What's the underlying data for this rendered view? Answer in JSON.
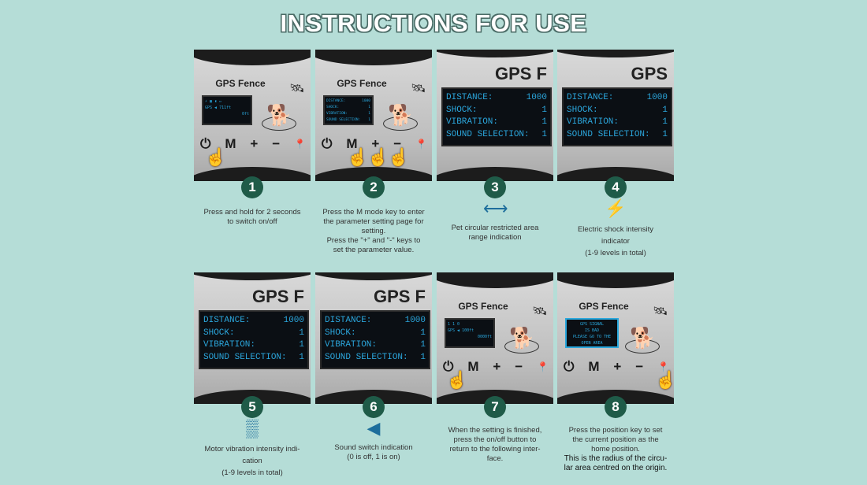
{
  "title": "INSTRUCTIONS FOR USE",
  "device": {
    "brand": "GPS Fence",
    "brand_cropped": "GPS F",
    "brand_cropped2": "GPS",
    "buttons": [
      "M",
      "+",
      "−"
    ]
  },
  "lcd": {
    "distance_label": "DISTANCE:",
    "distance_value": "1000",
    "unit": "Ft",
    "shock_label": "SHOCK:",
    "vibration_label": "VIBRATION:",
    "sound_label": "SOUND SELECTION:",
    "value": "1"
  },
  "home_screen_1": {
    "gps": "GPS",
    "dist": "711ft",
    "home": "0ft"
  },
  "home_screen_7": {
    "levels": "1 1 0",
    "gps": "GPS",
    "dist": "100ft",
    "home": "0000ft"
  },
  "gps_warning": [
    "GPS SIGNAL",
    "IS BAD",
    "PLEASE GO TO THE",
    "OPEN AREA"
  ],
  "steps": [
    {
      "n": "1",
      "lines": [
        "Press and hold for 2 seconds",
        "to switch on/off"
      ]
    },
    {
      "n": "2",
      "lines": [
        "Press the M mode key to enter",
        "the parameter setting page for",
        "setting.",
        "Press the \"+\" and \"-\" keys to",
        "set the parameter value."
      ]
    },
    {
      "n": "3",
      "lines": [
        "Pet circular restricted area",
        "range indication"
      ],
      "icon": "ruler-icon"
    },
    {
      "n": "4",
      "lines": [
        "Electric shock intensity",
        "indicator",
        "(1-9 levels in total)"
      ],
      "icon": "lightning-icon"
    },
    {
      "n": "5",
      "lines": [
        "Motor vibration intensity indi-",
        "cation",
        "(1-9 levels in total)"
      ],
      "icon": "vibration-icon"
    },
    {
      "n": "6",
      "lines": [
        "Sound switch indication",
        "(0 is off, 1 is on)"
      ],
      "icon": "speaker-icon"
    },
    {
      "n": "7",
      "lines": [
        "When the setting is finished,",
        "press the on/off button to",
        "return to the following inter-",
        "face."
      ]
    },
    {
      "n": "8",
      "lines": [
        "Press the position key to set",
        "the current position as the",
        "home position.",
        "This is the radius of the circu-",
        "lar area centred on the origin."
      ]
    }
  ],
  "accent": "#1f5b48",
  "icon_color": "#1d6e9c"
}
